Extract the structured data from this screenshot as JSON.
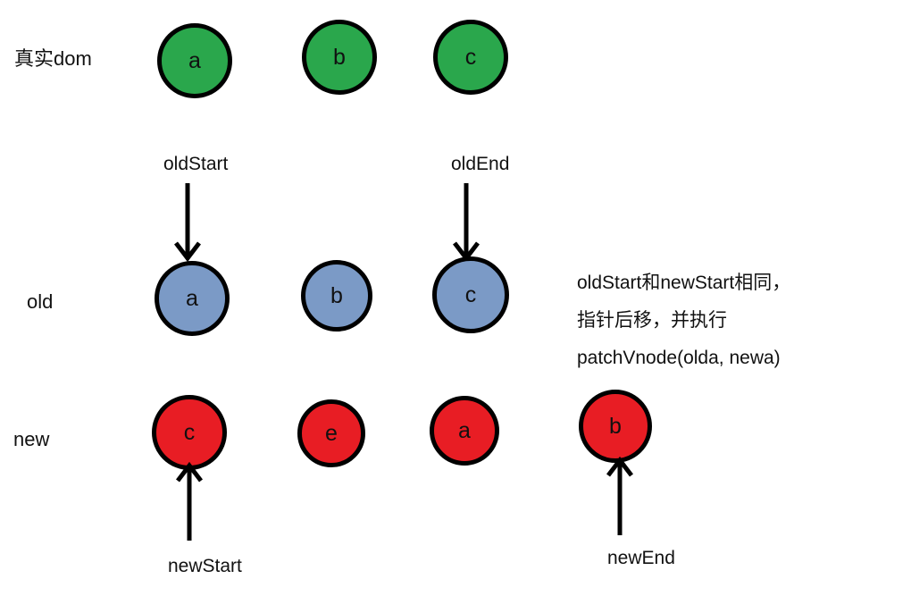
{
  "rows": {
    "real_dom": {
      "label": "真实dom",
      "nodes": [
        {
          "label": "a"
        },
        {
          "label": "b"
        },
        {
          "label": "c"
        }
      ]
    },
    "old": {
      "label": "old",
      "nodes": [
        {
          "label": "a"
        },
        {
          "label": "b"
        },
        {
          "label": "c"
        }
      ]
    },
    "new": {
      "label": "new",
      "nodes": [
        {
          "label": "c"
        },
        {
          "label": "e"
        },
        {
          "label": "a"
        },
        {
          "label": "b"
        }
      ]
    }
  },
  "pointers": {
    "old_start": "oldStart",
    "old_end": "oldEnd",
    "new_start": "newStart",
    "new_end": "newEnd"
  },
  "annotation": {
    "line1": "oldStart和newStart相同，",
    "line2": "指针后移，并执行",
    "line3": "patchVnode(olda, newa)"
  },
  "colors": {
    "real_dom_node": "#2aa74c",
    "old_node": "#7b9ac6",
    "new_node": "#e81d24",
    "outline": "#000000",
    "background": "#ffffff"
  }
}
